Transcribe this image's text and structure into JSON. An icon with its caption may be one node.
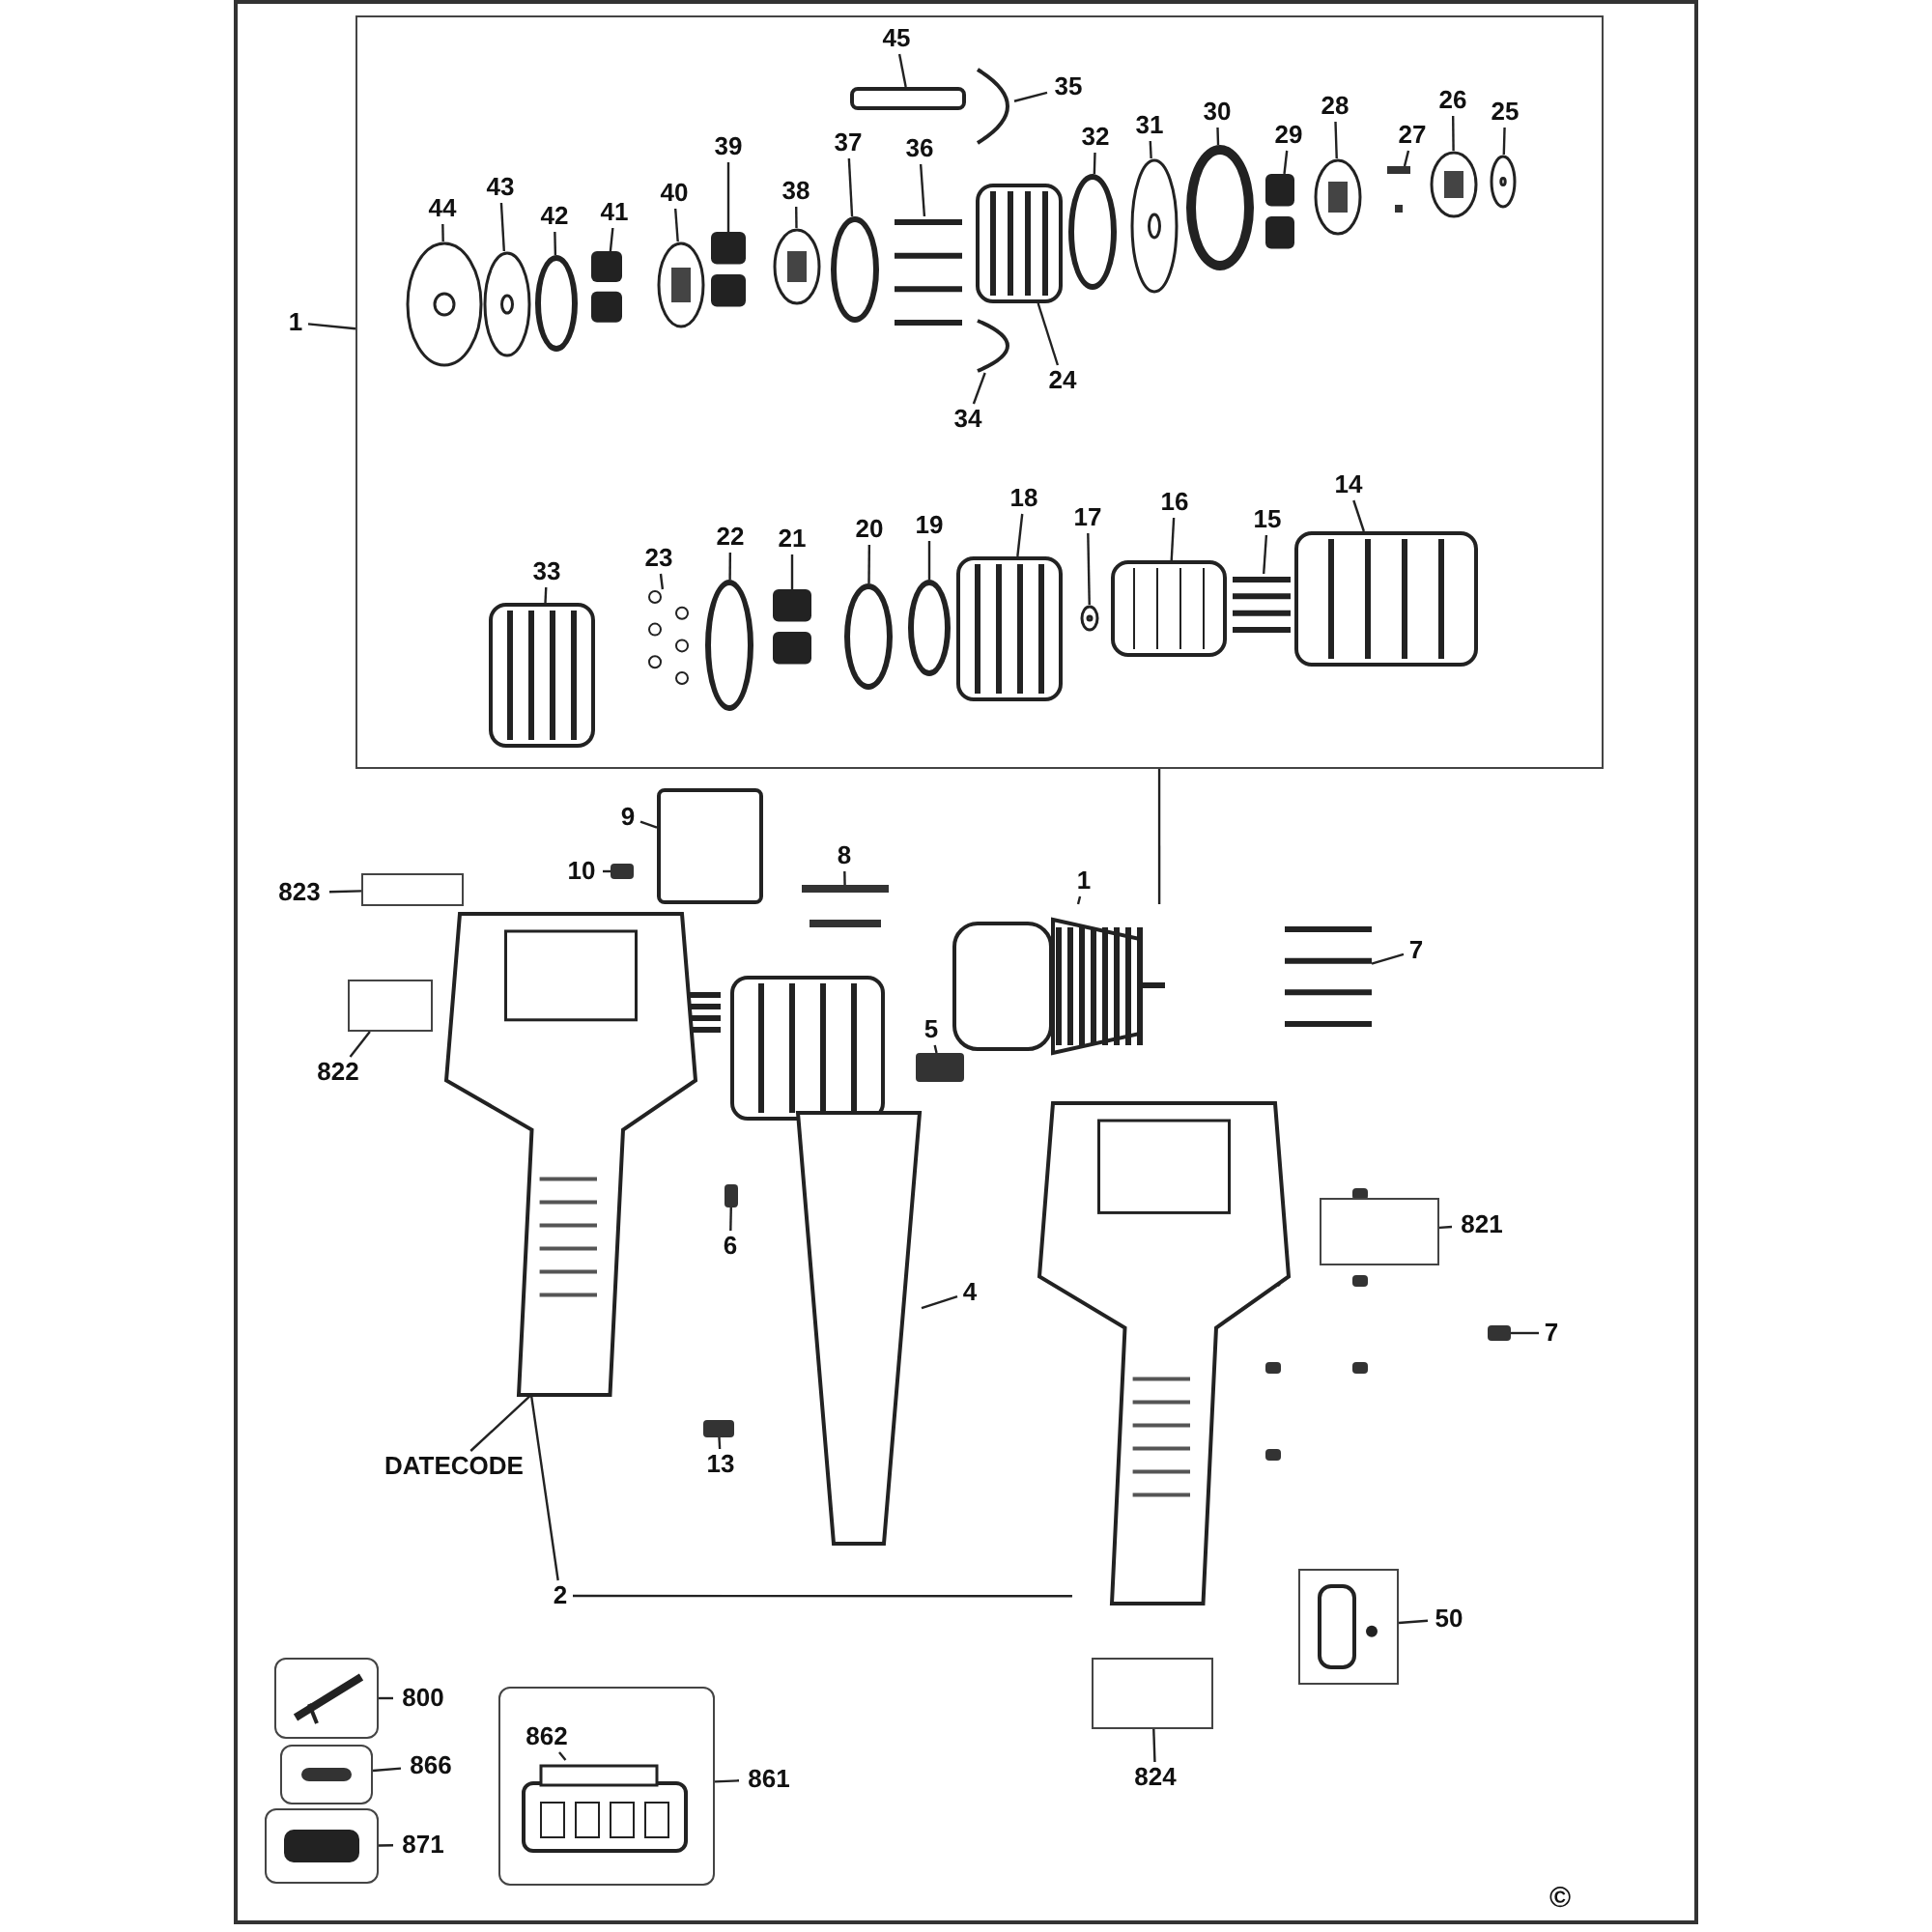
{
  "diagram": {
    "nodes": [
      {
        "text": [],
        "shape": "box"
      },
      {
        "text": [
          "1"
        ]
      },
      {
        "text": [
          "45"
        ],
        "in": 0
      },
      {
        "text": [
          "35"
        ],
        "in": 0
      },
      {
        "text": [
          "44"
        ],
        "in": 0
      },
      {
        "text": [
          "43"
        ],
        "in": 0
      },
      {
        "text": [
          "42"
        ],
        "in": 0
      },
      {
        "text": [
          "41"
        ],
        "in": 0
      },
      {
        "text": [
          "40"
        ],
        "in": 0
      },
      {
        "text": [
          "39"
        ],
        "in": 0
      },
      {
        "text": [
          "38"
        ],
        "in": 0
      },
      {
        "text": [
          "37"
        ],
        "in": 0
      },
      {
        "text": [
          "36"
        ],
        "in": 0
      },
      {
        "text": [
          "32"
        ],
        "in": 0
      },
      {
        "text": [
          "31"
        ],
        "in": 0
      },
      {
        "text": [
          "30"
        ],
        "in": 0
      },
      {
        "text": [
          "29"
        ],
        "in": 0
      },
      {
        "text": [
          "28"
        ],
        "in": 0
      },
      {
        "text": [
          "27"
        ],
        "in": 0
      },
      {
        "text": [
          "26"
        ],
        "in": 0
      },
      {
        "text": [
          "25"
        ],
        "in": 0
      },
      {
        "text": [
          "34"
        ],
        "in": 0
      },
      {
        "text": [
          "24"
        ],
        "in": 0
      },
      {
        "text": [
          "33"
        ],
        "in": 0
      },
      {
        "text": [
          "23"
        ],
        "in": 0
      },
      {
        "text": [
          "22"
        ],
        "in": 0
      },
      {
        "text": [
          "21"
        ],
        "in": 0
      },
      {
        "text": [
          "20"
        ],
        "in": 0
      },
      {
        "text": [
          "19"
        ],
        "in": 0
      },
      {
        "text": [
          "18"
        ],
        "in": 0
      },
      {
        "text": [
          "17"
        ],
        "in": 0
      },
      {
        "text": [
          "16"
        ],
        "in": 0
      },
      {
        "text": [
          "15"
        ],
        "in": 0
      },
      {
        "text": [
          "14"
        ],
        "in": 0
      },
      {
        "text": [
          "9"
        ]
      },
      {
        "text": [
          "10"
        ]
      },
      {
        "text": [
          "8"
        ]
      },
      {
        "text": [
          "823"
        ]
      },
      {
        "text": [],
        "shape": "box"
      },
      {
        "text": [],
        "shape": "picture"
      },
      {
        "text": [
          "1"
        ]
      },
      {
        "text": [
          "7"
        ]
      },
      {
        "text": [
          "822"
        ]
      },
      {
        "text": [],
        "shape": "box"
      },
      {
        "text": [
          "5"
        ]
      },
      {
        "text": [
          "6"
        ]
      },
      {
        "text": [
          "4"
        ]
      },
      {
        "text": [
          "821"
        ]
      },
      {
        "text": [],
        "shape": "box"
      },
      {
        "text": [
          "7"
        ]
      },
      {
        "text": [],
        "shape": "picture"
      },
      {
        "text": [
          "DATECODE"
        ]
      },
      {
        "text": [
          "13"
        ]
      },
      {
        "text": [
          "2"
        ]
      },
      {
        "text": [],
        "shape": "picture"
      },
      {
        "text": [
          "50"
        ]
      },
      {
        "text": [],
        "shape": "box"
      },
      {
        "text": [
          "800"
        ]
      },
      {
        "text": [],
        "shape": "box"
      },
      {
        "text": [
          "866"
        ]
      },
      {
        "text": [],
        "shape": "box"
      },
      {
        "text": [
          "871"
        ]
      },
      {
        "text": [],
        "shape": "box"
      },
      {
        "text": [],
        "shape": "box"
      },
      {
        "text": [
          "862"
        ],
        "in": 63
      },
      {
        "text": [
          "861"
        ]
      },
      {
        "text": [],
        "shape": "box"
      },
      {
        "text": [
          "824"
        ]
      },
      {
        "text": [],
        "shape": "box",
        "in": 0
      },
      {
        "text": [],
        "shape": "picture",
        "in": 0
      },
      {
        "text": [],
        "shape": "picture",
        "in": 0
      },
      {
        "text": [],
        "shape": "picture",
        "in": 0
      },
      {
        "text": [],
        "shape": "circle",
        "in": 0
      },
      {
        "text": [],
        "shape": "picture",
        "in": 0
      },
      {
        "text": [],
        "shape": "picture",
        "in": 0
      },
      {
        "text": [],
        "shape": "picture",
        "in": 0
      },
      {
        "text": [],
        "shape": "picture",
        "in": 0
      },
      {
        "text": [],
        "shape": "circle",
        "in": 0
      },
      {
        "text": [],
        "shape": "picture",
        "in": 0
      },
      {
        "text": [],
        "shape": "picture",
        "in": 0
      },
      {
        "text": [],
        "shape": "picture",
        "in": 0
      },
      {
        "text": [],
        "shape": "circle",
        "in": 0
      },
      {
        "text": [],
        "shape": "picture",
        "in": 0
      },
      {
        "text": [],
        "shape": "circle",
        "in": 0
      },
      {
        "text": [],
        "shape": "picture",
        "in": 0
      },
      {
        "text": [],
        "shape": "picture",
        "in": 0
      },
      {
        "text": [],
        "shape": "picture",
        "in": 0
      },
      {
        "text": [],
        "shape": "picture",
        "in": 0
      },
      {
        "text": [],
        "shape": "picture",
        "in": 0
      },
      {
        "text": [],
        "shape": "picture",
        "in": 0
      },
      {
        "text": [],
        "shape": "picture",
        "in": 0
      },
      {
        "text": [],
        "shape": "circle",
        "in": 0
      },
      {
        "text": [],
        "shape": "picture",
        "in": 0
      },
      {
        "text": [],
        "shape": "circle",
        "in": 0
      },
      {
        "text": [],
        "shape": "circle",
        "in": 0
      },
      {
        "text": [],
        "shape": "picture",
        "in": 0
      },
      {
        "text": [],
        "shape": "picture",
        "in": 0
      },
      {
        "text": [],
        "shape": "picture",
        "in": 0
      },
      {
        "text": [],
        "shape": "picture",
        "in": 0
      },
      {
        "text": [],
        "shape": "picture",
        "in": 0
      },
      {
        "text": [],
        "shape": "box"
      },
      {
        "text": [],
        "shape": "box"
      },
      {
        "text": [],
        "shape": "picture"
      },
      {
        "text": [],
        "shape": "picture"
      },
      {
        "text": [],
        "shape": "box"
      },
      {
        "text": [],
        "shape": "box"
      },
      {
        "text": [],
        "shape": "picture"
      },
      {
        "text": [],
        "shape": "box"
      },
      {
        "text": [],
        "shape": "box"
      },
      {
        "text": [],
        "shape": "picture",
        "in": 63
      }
    ],
    "edges": [
      {
        "from": 1,
        "to": 0,
        "arrow": "none"
      },
      {
        "from": 2,
        "to": 68,
        "arrow": "none"
      },
      {
        "from": 3,
        "to": 69,
        "arrow": "none"
      },
      {
        "from": 4,
        "to": 70,
        "arrow": "none"
      },
      {
        "from": 5,
        "to": 71,
        "arrow": "none"
      },
      {
        "from": 6,
        "to": 72,
        "arrow": "none"
      },
      {
        "from": 7,
        "to": 73,
        "arrow": "none"
      },
      {
        "from": 8,
        "to": 74,
        "arrow": "none"
      },
      {
        "from": 9,
        "to": 75,
        "arrow": "none"
      },
      {
        "from": 10,
        "to": 76,
        "arrow": "none"
      },
      {
        "from": 11,
        "to": 77,
        "arrow": "none"
      },
      {
        "from": 12,
        "to": 78,
        "arrow": "none"
      },
      {
        "from": 13,
        "to": 81,
        "arrow": "none"
      },
      {
        "from": 14,
        "to": 82,
        "arrow": "none"
      },
      {
        "from": 15,
        "to": 83,
        "arrow": "none"
      },
      {
        "from": 16,
        "to": 84,
        "arrow": "none"
      },
      {
        "from": 17,
        "to": 85,
        "arrow": "none"
      },
      {
        "from": 18,
        "to": 86,
        "arrow": "none"
      },
      {
        "from": 19,
        "to": 87,
        "arrow": "none"
      },
      {
        "from": 20,
        "to": 88,
        "arrow": "none"
      },
      {
        "from": 21,
        "to": 80,
        "arrow": "none"
      },
      {
        "from": 22,
        "to": 79,
        "arrow": "none"
      },
      {
        "from": 23,
        "to": 89,
        "arrow": "none"
      },
      {
        "from": 24,
        "to": 90,
        "arrow": "none"
      },
      {
        "from": 25,
        "to": 91,
        "arrow": "none"
      },
      {
        "from": 26,
        "to": 92,
        "arrow": "none"
      },
      {
        "from": 27,
        "to": 93,
        "arrow": "none"
      },
      {
        "from": 28,
        "to": 94,
        "arrow": "none"
      },
      {
        "from": 29,
        "to": 95,
        "arrow": "none"
      },
      {
        "from": 30,
        "to": 96,
        "arrow": "none"
      },
      {
        "from": 31,
        "to": 97,
        "arrow": "none"
      },
      {
        "from": 32,
        "to": 98,
        "arrow": "none"
      },
      {
        "from": 33,
        "to": 99,
        "arrow": "none"
      },
      {
        "from": 0,
        "to": 39,
        "arrow": "none"
      },
      {
        "from": 34,
        "to": 100,
        "arrow": "none"
      },
      {
        "from": 35,
        "to": 101,
        "arrow": "none"
      },
      {
        "from": 36,
        "to": 102,
        "arrow": "none"
      },
      {
        "from": 37,
        "to": 38,
        "arrow": "none"
      },
      {
        "from": 40,
        "to": 39,
        "arrow": "none"
      },
      {
        "from": 41,
        "to": 103,
        "arrow": "none"
      },
      {
        "from": 42,
        "to": 43,
        "arrow": "none"
      },
      {
        "from": 44,
        "to": 104,
        "arrow": "none"
      },
      {
        "from": 45,
        "to": 105,
        "arrow": "none"
      },
      {
        "from": 46,
        "to": 106,
        "arrow": "none"
      },
      {
        "from": 47,
        "to": 48,
        "arrow": "none"
      },
      {
        "from": 49,
        "to": 108,
        "arrow": "none"
      },
      {
        "from": 51,
        "to": 50,
        "arrow": "none"
      },
      {
        "from": 52,
        "to": 107,
        "arrow": "none"
      },
      {
        "from": 53,
        "to": 50,
        "arrow": "none"
      },
      {
        "from": 53,
        "to": 54,
        "arrow": "none"
      },
      {
        "from": 55,
        "to": 56,
        "arrow": "none"
      },
      {
        "from": 57,
        "to": 58,
        "arrow": "none"
      },
      {
        "from": 59,
        "to": 60,
        "arrow": "none"
      },
      {
        "from": 61,
        "to": 62,
        "arrow": "none"
      },
      {
        "from": 64,
        "to": 109,
        "arrow": "none"
      },
      {
        "from": 65,
        "to": 63,
        "arrow": "none"
      },
      {
        "from": 67,
        "to": 66,
        "arrow": "none"
      }
    ],
    "labels": [
      "©"
    ]
  }
}
